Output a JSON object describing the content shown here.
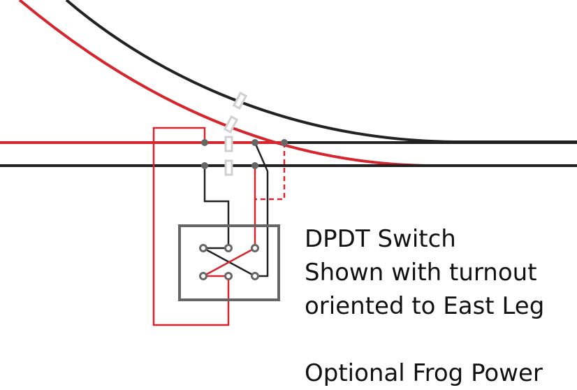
{
  "colors": {
    "rail_black": "#222222",
    "rail_red": "#d6252c",
    "switch_box": "#666666",
    "insulator": "#d0d0d0",
    "terminal": "#666666"
  },
  "labels": {
    "caption_line1": "DPDT Switch",
    "caption_line2": "Shown with turnout",
    "caption_line3": "oriented to East Leg",
    "caption_line4": "Optional Frog Power"
  }
}
